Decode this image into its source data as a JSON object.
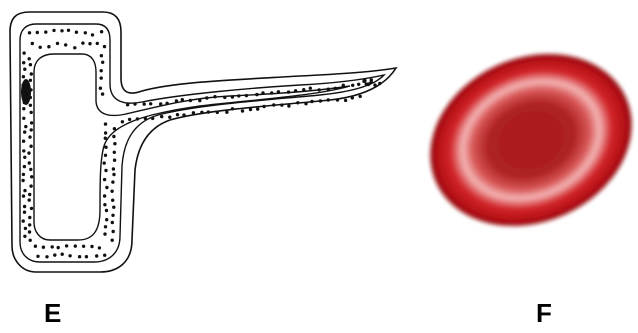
{
  "figures": [
    {
      "label": "E",
      "subject": "cell-with-long-extension",
      "stroke_color": "#111111",
      "dot_color": "#111111",
      "nucleus_color": "#111111",
      "fill_color": "#ffffff"
    },
    {
      "label": "F",
      "subject": "red-blood-cell",
      "rim_color": "#b30f14",
      "highlight_color": "#f4b6b6",
      "center_color": "#a91e1e",
      "edge_color": "#8f0c10"
    }
  ]
}
